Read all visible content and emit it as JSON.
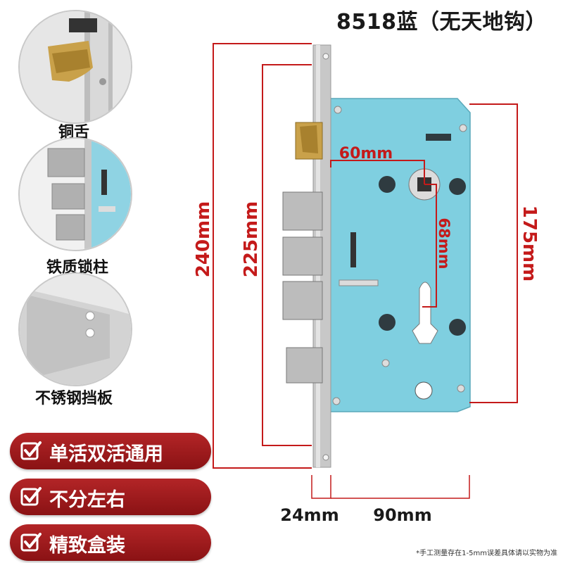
{
  "title": "8518蓝（无天地钩）",
  "features": [
    {
      "caption": "铜舌"
    },
    {
      "caption": "铁质锁柱"
    },
    {
      "caption": "不锈钢挡板"
    }
  ],
  "badges": [
    {
      "label": "单活双活通用"
    },
    {
      "label": "不分左右"
    },
    {
      "label": "精致盒装"
    }
  ],
  "dimensions": {
    "height_total": "240mm",
    "height_inner": "225mm",
    "case_height": "175mm",
    "handle_to_cylinder": "68mm",
    "backset": "60mm",
    "faceplate_width": "24mm",
    "case_depth": "90mm"
  },
  "note": "*手工测量存在1-5mm误差具体请以实物为准",
  "colors": {
    "lock_body": "#7fcfe0",
    "dimension_red": "#c41a1a",
    "badge_red": "#a01b1d",
    "faceplate": "#c8c8c8"
  }
}
